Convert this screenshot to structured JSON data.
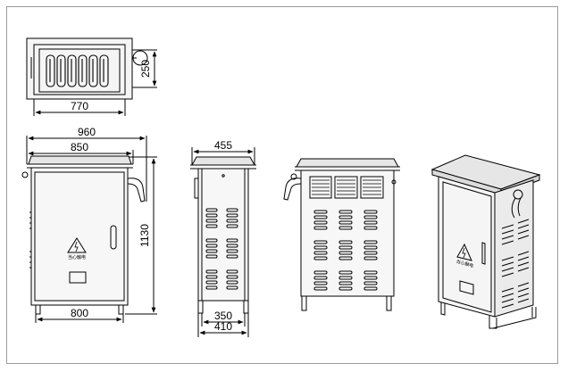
{
  "drawing": {
    "top_view": {
      "width_label": "770",
      "depth_label": "250"
    },
    "front_view": {
      "overall_width_label": "960",
      "body_width_label": "850",
      "base_width_label": "800",
      "height_label": "1130",
      "warning_sign_text": "当心触电"
    },
    "side_view": {
      "top_label": "455",
      "base_inner_label": "350",
      "base_outer_label": "410"
    },
    "iso_view": {
      "warning_sign_text": "当心触电"
    },
    "colors": {
      "line": "#000000",
      "panel": "#f2f2f2",
      "roof": "#e6e6e6",
      "frame": "#9a9a9a"
    }
  }
}
